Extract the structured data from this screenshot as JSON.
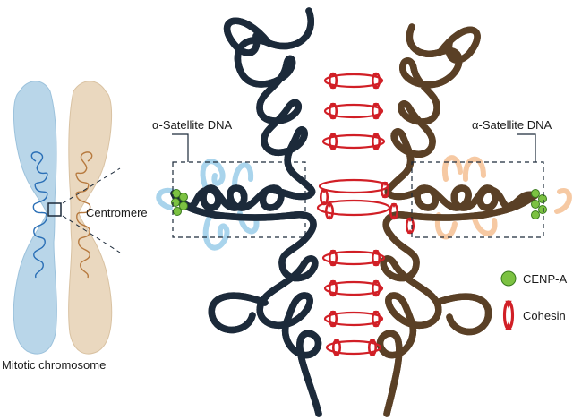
{
  "labels": {
    "mitotic_chromosome": "Mitotic chromosome",
    "centromere": "Centromere",
    "alpha_satellite_left": "α-Satellite DNA",
    "alpha_satellite_right": "α-Satellite DNA",
    "cenp_a": "CENP-A",
    "cohesin": "Cohesin"
  },
  "colors": {
    "left_strand": "#2a86c3",
    "left_strand_light": "#a9d4ec",
    "left_chromatid": "#b7d3e6",
    "right_strand": "#e2b98b",
    "right_strand_light": "#f6c9a3",
    "right_chromatid": "#e8d6bd",
    "cohesin": "#d11f26",
    "cenp_a": "#7cc242",
    "outline": "#1c2a3a"
  }
}
